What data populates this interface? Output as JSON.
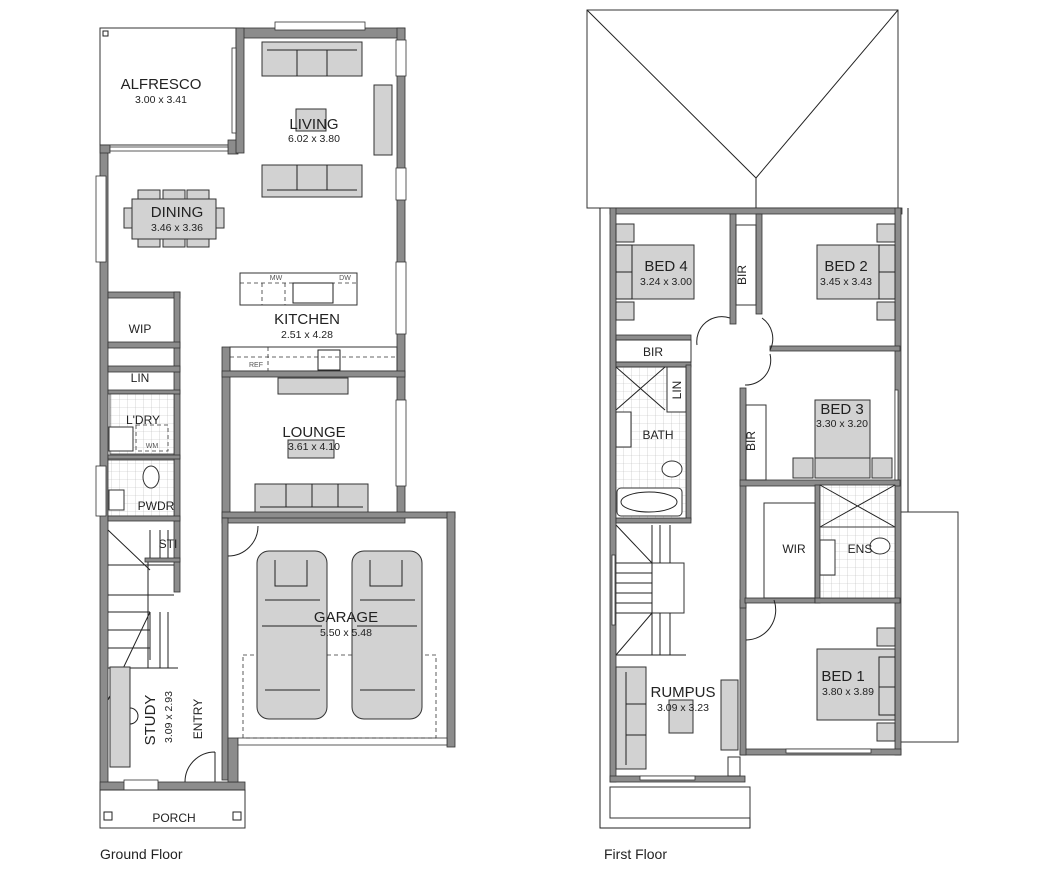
{
  "ground_floor": {
    "caption": "Ground Floor",
    "rooms": {
      "alfresco": {
        "name": "ALFRESCO",
        "size": "3.00 x 3.41"
      },
      "living": {
        "name": "LIVING",
        "size": "6.02 x 3.80"
      },
      "dining": {
        "name": "DINING",
        "size": "3.46 x 3.36"
      },
      "kitchen": {
        "name": "KITCHEN",
        "size": "2.51 x 4.28"
      },
      "lounge": {
        "name": "LOUNGE",
        "size": "3.61 x 4.10"
      },
      "garage": {
        "name": "GARAGE",
        "size": "5.50 x 5.48"
      },
      "study": {
        "name": "STUDY",
        "size": "3.09 x 2.93"
      },
      "wip": {
        "name": "WIP"
      },
      "lin": {
        "name": "LIN"
      },
      "laundry": {
        "name": "L'DRY"
      },
      "powder": {
        "name": "PWDR"
      },
      "sti": {
        "name": "STI"
      },
      "entry": {
        "name": "ENTRY"
      },
      "porch": {
        "name": "PORCH"
      }
    },
    "appliances": {
      "mw": "MW",
      "dw": "DW",
      "ref": "REF",
      "wm": "WM"
    }
  },
  "first_floor": {
    "caption": "First Floor",
    "rooms": {
      "bed4": {
        "name": "BED 4",
        "size": "3.24 x 3.00"
      },
      "bed2": {
        "name": "BED 2",
        "size": "3.45 x 3.43"
      },
      "bed3": {
        "name": "BED 3",
        "size": "3.30 x 3.20"
      },
      "bed1": {
        "name": "BED 1",
        "size": "3.80 x 3.89"
      },
      "rumpus": {
        "name": "RUMPUS",
        "size": "3.09 x 3.23"
      },
      "bath": {
        "name": "BATH"
      },
      "lin": {
        "name": "LIN"
      },
      "wir": {
        "name": "WIR"
      },
      "ens": {
        "name": "ENS"
      },
      "bir_top": {
        "name": "BIR"
      },
      "bir_bed4": {
        "name": "BIR"
      },
      "bir_bed3": {
        "name": "BIR"
      }
    }
  }
}
